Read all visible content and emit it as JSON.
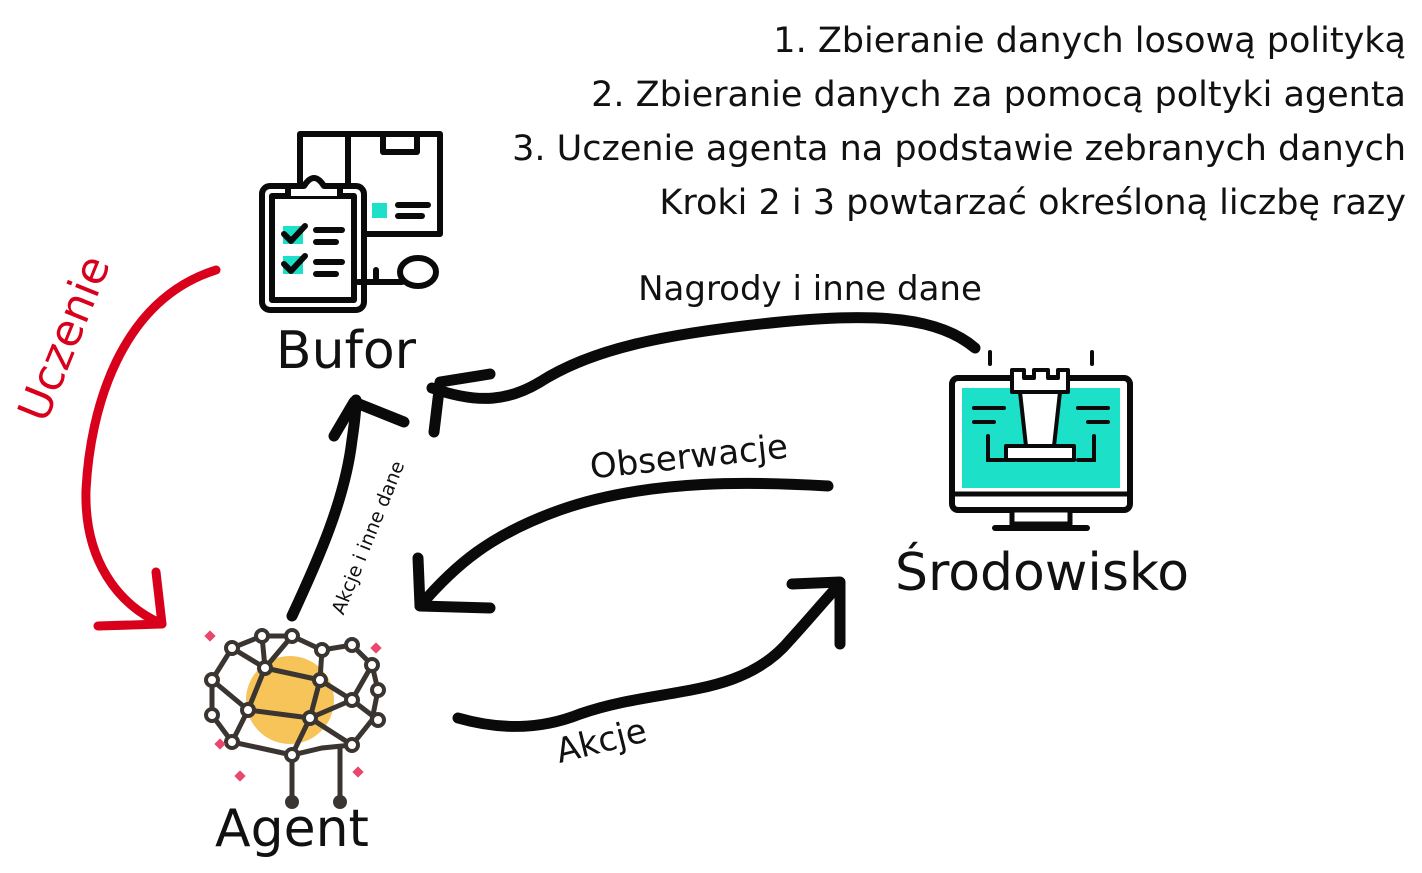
{
  "steps": [
    "1. Zbieranie danych losową polityką",
    "2. Zbieranie danych za pomocą poltyki agenta",
    "3. Uczenie agenta na podstawie zebranych danych",
    "Kroki 2 i 3 powtarzać określoną liczbę razy"
  ],
  "nodes": {
    "buffer": "Bufor",
    "agent": "Agent",
    "environment": "Środowisko"
  },
  "edges": {
    "rewards": "Nagrody i inne dane",
    "observations": "Obserwacje",
    "actions": "Akcje",
    "actions_and_data": "Akcje i inne dane",
    "learning": "Uczenie"
  },
  "colors": {
    "stroke": "#0a0a0a",
    "learning": "#d9001b",
    "teal": "#1de0c8",
    "orange": "#f7c45a",
    "pink": "#e8476b"
  }
}
